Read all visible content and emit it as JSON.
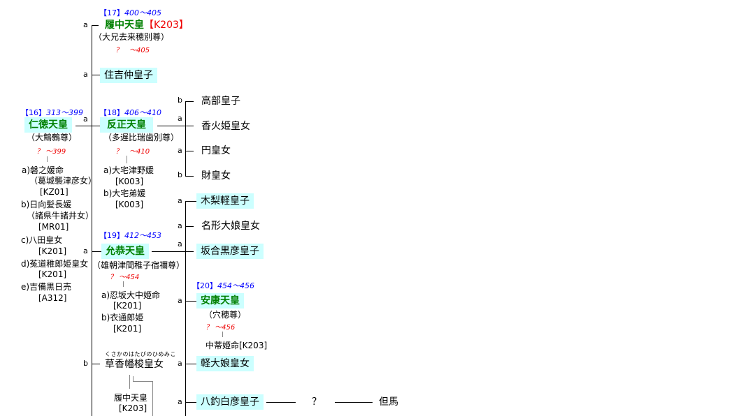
{
  "reigns": {
    "r16": "【16】",
    "r16y": "313～399",
    "r17": "【17】",
    "r17y": "400～405",
    "r18": "【18】",
    "r18y": "406～410",
    "r19": "【19】",
    "r19y": "412～453",
    "r20": "【20】",
    "r20y": "454～456"
  },
  "emperors": {
    "nintoku": "仁徳天皇",
    "richu": "履中天皇",
    "richu_ref": "【K203】",
    "hanzei": "反正天皇",
    "ingyo": "允恭天皇",
    "anko": "安康天皇"
  },
  "aliases": {
    "nintoku": "（大鷦鷯尊）",
    "richu": "（大兄去来穂別尊）",
    "hanzei": "（多遅比瑞歯別尊）",
    "ingyo": "（雄朝津間稚子宿禰尊）",
    "anko": "（穴穂尊）"
  },
  "lifespans": {
    "nintoku": "？ ～399",
    "richu": "？　～405",
    "hanzei": "？　～410",
    "ingyo": "？ ～454",
    "anko": "？ ～456"
  },
  "nintoku_consorts": [
    {
      "name": "a)磐之媛命",
      "parent": "（葛城襲津彦女）",
      "ref": "[KZ01]"
    },
    {
      "name": "b)日向髪長媛",
      "parent": "（諸県牛諸井女）",
      "ref": "[MR01]"
    },
    {
      "name": "c)八田皇女",
      "ref": "[K201]"
    },
    {
      "name": "d)菟道稚郎姫皇女",
      "ref": "[K201]"
    },
    {
      "name": "e)吉備黒日売",
      "ref": "[A312]"
    }
  ],
  "hanzei_consorts": [
    {
      "name": "a)大宅津野媛",
      "ref": "[K003]"
    },
    {
      "name": "b)大宅弟媛",
      "ref": "[K003]"
    }
  ],
  "ingyo_consorts": [
    {
      "name": "a)忍坂大中姫命",
      "ref": "[K201]"
    },
    {
      "name": "b)衣通郎姫",
      "ref": "[K201]"
    }
  ],
  "anko_consort": "中蒂姫命[K203]",
  "nintoku_children": {
    "suminoe": "住吉仲皇子",
    "kusaka": "草香幡梭皇女",
    "kusaka_ruby": "くさかのはたびのひめみこ",
    "kusaka_spouse": "履中天皇",
    "kusaka_spouse_ref": "[K203]"
  },
  "hanzei_children": [
    "高部皇子",
    "香火姫皇女",
    "円皇女",
    "財皇女"
  ],
  "ingyo_children": [
    "木梨軽皇子",
    "名形大娘皇女",
    "坂合黒彦皇子",
    "軽大娘皇女",
    "八釣白彦皇子"
  ],
  "yatsuri_line": {
    "unknown": "？",
    "tajima": "但馬"
  },
  "marks": {
    "a": "a",
    "b": "b"
  }
}
